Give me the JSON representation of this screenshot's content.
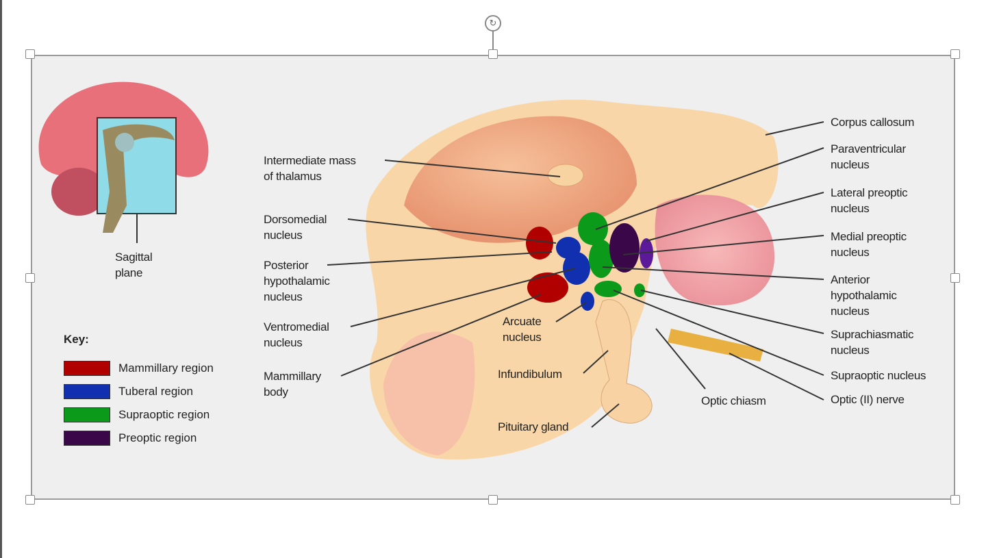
{
  "labels": {
    "sagittal": [
      "Sagittal",
      "plane"
    ],
    "intermediate_mass": [
      "Intermediate mass",
      "of thalamus"
    ],
    "dorsomedial": [
      "Dorsomedial",
      "nucleus"
    ],
    "posterior": [
      "Posterior",
      "hypothalamic",
      "nucleus"
    ],
    "ventromedial": [
      "Ventromedial",
      "nucleus"
    ],
    "mammillary_body": [
      "Mammillary",
      "body"
    ],
    "arcuate": [
      "Arcuate",
      "nucleus"
    ],
    "infundibulum": "Infundibulum",
    "pituitary": "Pituitary gland",
    "optic_chiasm": "Optic chiasm",
    "corpus_callosum": "Corpus callosum",
    "paraventricular": [
      "Paraventricular",
      "nucleus"
    ],
    "lateral_preoptic": [
      "Lateral preoptic",
      "nucleus"
    ],
    "medial_preoptic": [
      "Medial preoptic",
      "nucleus"
    ],
    "anterior": [
      "Anterior",
      "hypothalamic",
      "nucleus"
    ],
    "suprachiasmatic": [
      "Suprachiasmatic",
      "nucleus"
    ],
    "supraoptic": "Supraoptic nucleus",
    "optic_nerve": "Optic (II) nerve"
  },
  "key": {
    "title": "Key:",
    "items": [
      {
        "label": "Mammillary region",
        "color": "#b00000"
      },
      {
        "label": "Tuberal region",
        "color": "#1030b0"
      },
      {
        "label": "Supraoptic region",
        "color": "#0c9a1a"
      },
      {
        "label": "Preoptic region",
        "color": "#3a0848"
      }
    ]
  },
  "rotate_icon": "rotate-icon"
}
